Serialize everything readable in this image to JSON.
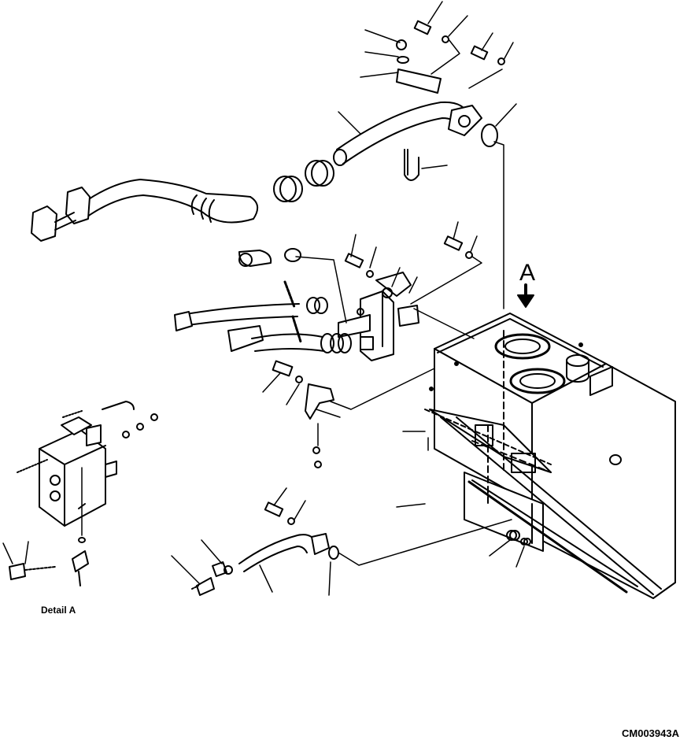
{
  "diagram": {
    "view_label": "A",
    "detail_label": "Detail A",
    "drawing_code": "CM003943A"
  }
}
